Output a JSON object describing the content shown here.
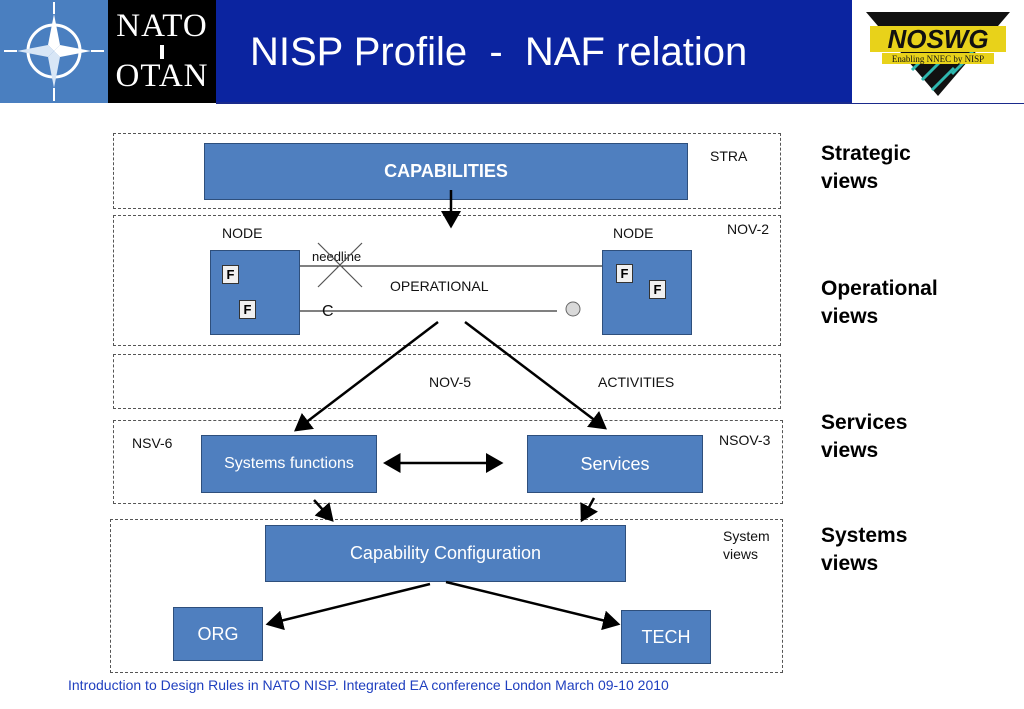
{
  "header": {
    "title": "NISP Profile  -  NAF relation",
    "nato_word": "NATO",
    "otan_word": "OTAN",
    "nosw_logo_text": "NOSWG",
    "nosw_tagline": "Enabling NNEC by NISP"
  },
  "diagram": {
    "capabilities": "CAPABILITIES",
    "stra": "STRA",
    "nov2": "NOV-2",
    "node_left": "NODE",
    "node_right": "NODE",
    "needline": "needline",
    "operational": "OPERATIONAL",
    "c_marker": "C",
    "f_label": "F",
    "nov5": "NOV-5",
    "activities": "ACTIVITIES",
    "nsv6": "NSV-6",
    "nsov3": "NSOV-3",
    "systems_functions": "Systems functions",
    "services": "Services",
    "capability_configuration": "Capability Configuration",
    "system_views_label_line1": "System",
    "system_views_label_line2": "views",
    "org": "ORG",
    "tech": "TECH"
  },
  "side_labels": {
    "strategic_line1": "Strategic",
    "strategic_line2": "views",
    "operational_line1": "Operational",
    "operational_line2": "views",
    "services_line1": "Services",
    "services_line2": "views",
    "systems_line1": "Systems",
    "systems_line2": "views"
  },
  "footer": {
    "text": "Introduction to Design Rules in NATO NISP. Integrated EA conference London March 09-10 2010"
  },
  "colors": {
    "header_blue": "#0b24a0",
    "box_blue": "#4f7fbf",
    "footer_blue": "#1f3fbf"
  }
}
